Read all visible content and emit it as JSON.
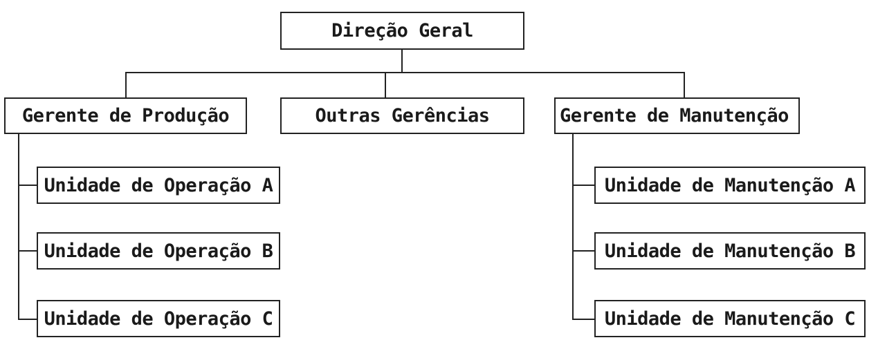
{
  "org_chart": {
    "root": {
      "label": "Direção Geral"
    },
    "managers": [
      {
        "label": "Gerente de Produção",
        "units": [
          "Unidade de Operação A",
          "Unidade de Operação B",
          "Unidade de Operação C"
        ]
      },
      {
        "label": "Outras Gerências",
        "units": []
      },
      {
        "label": "Gerente de Manutenção",
        "units": [
          "Unidade de Manutenção A",
          "Unidade de Manutenção B",
          "Unidade de Manutenção C"
        ]
      }
    ]
  },
  "colors": {
    "line": "#222222",
    "text": "#1a1a1a",
    "box_fill": "#ffffff"
  }
}
